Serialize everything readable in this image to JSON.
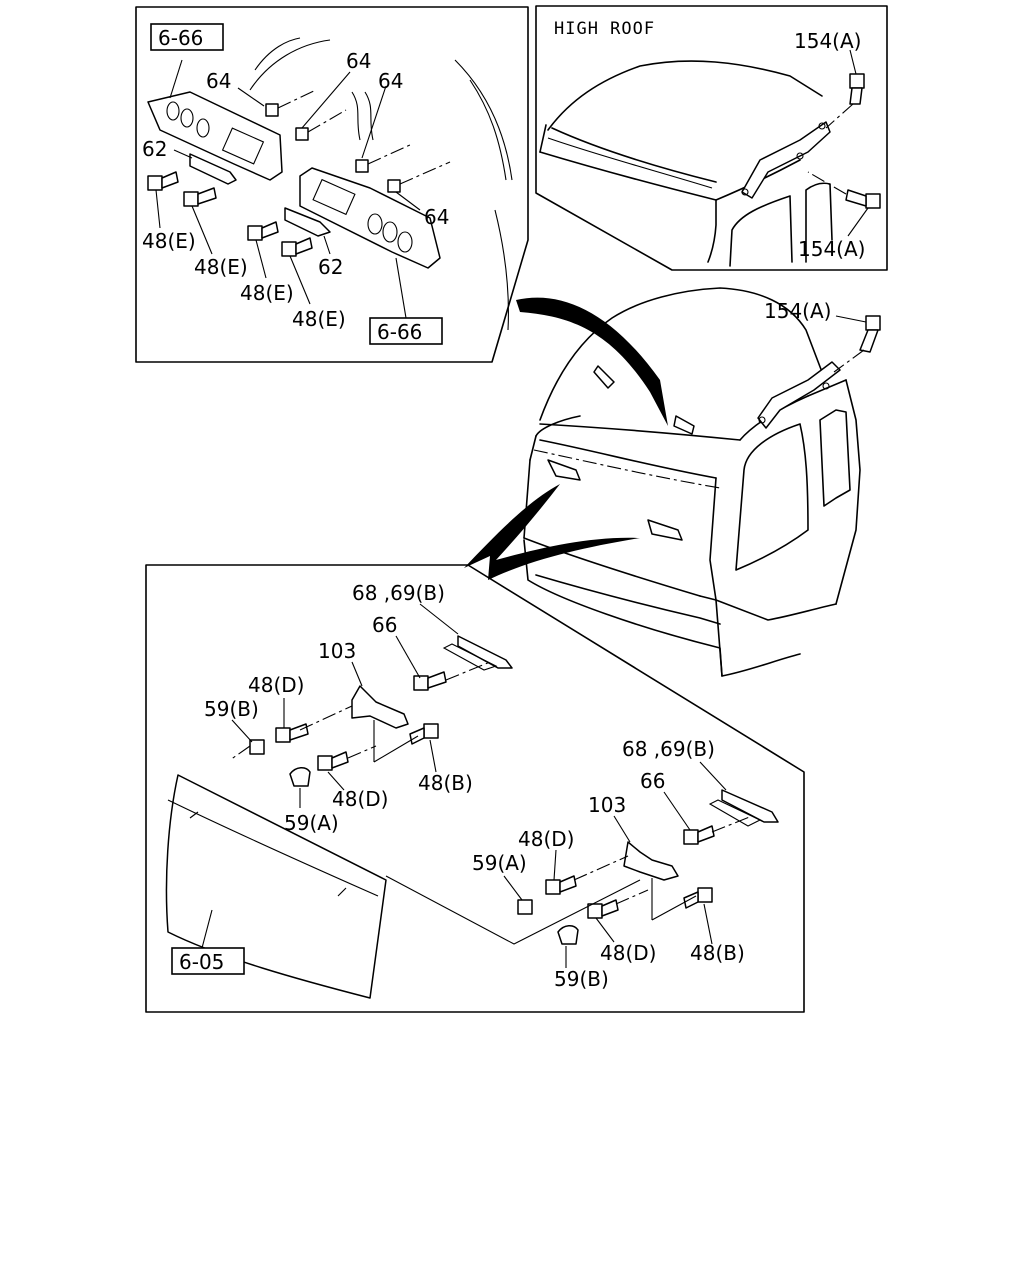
{
  "inset_high_roof": {
    "title": "HIGH ROOF",
    "labels": [
      "154(A)",
      "154(A)"
    ]
  },
  "inset_top_left": {
    "labels": [
      "6-66",
      "64",
      "64",
      "64",
      "64",
      "62",
      "48(E)",
      "48(E)",
      "48(E)",
      "48(E)",
      "62",
      "6-66"
    ]
  },
  "main_view": {
    "labels": [
      "154(A)"
    ]
  },
  "inset_bottom": {
    "labels": [
      "68 ,69(B)",
      "66",
      "103",
      "48(D)",
      "59(B)",
      "48(D)",
      "59(A)",
      "48(B)",
      "68 ,69(B)",
      "66",
      "103",
      "48(D)",
      "59(A)",
      "48(D)",
      "59(B)",
      "48(B)",
      "6-05"
    ]
  }
}
